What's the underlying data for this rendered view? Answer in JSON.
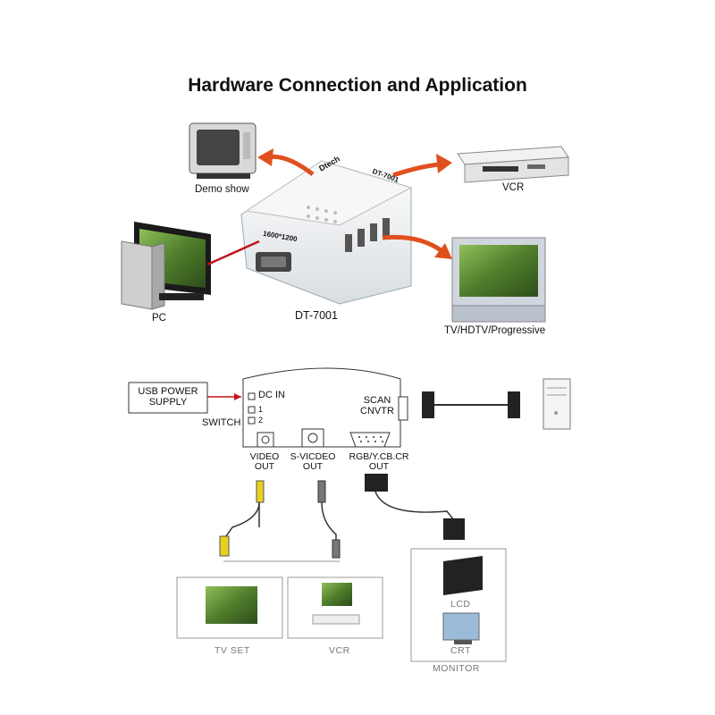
{
  "title": "Hardware Connection and Application",
  "top": {
    "demo_show": "Demo show",
    "vcr": "VCR",
    "pc": "PC",
    "model": "DT-7001",
    "tv": "TV/HDTV/Progressive",
    "device_brand": "Dtech",
    "device_side_text": "1600*1200",
    "device_top_text": "DT-7001"
  },
  "bottom": {
    "usb_power": "USB POWER",
    "supply": "SUPPLY",
    "dc_in": "DC IN",
    "switch_1": "1",
    "switch_2": "2",
    "switch": "SWITCH",
    "scan": "SCAN",
    "cnvtr": "CNVTR",
    "video": "VIDEO",
    "video_out": "OUT",
    "svideo": "S-VICDEO",
    "svideo_out": "OUT",
    "rgb": "RGB/Y.CB.CR",
    "rgb_out": "OUT",
    "tv_set": "TV SET",
    "vcr": "VCR",
    "lcd": "LCD",
    "crt": "CRT",
    "monitor": "MONITOR"
  },
  "colors": {
    "arrow": "#e0501e",
    "cable_red": "#c0141a",
    "yellow_plug": "#e8d020"
  }
}
